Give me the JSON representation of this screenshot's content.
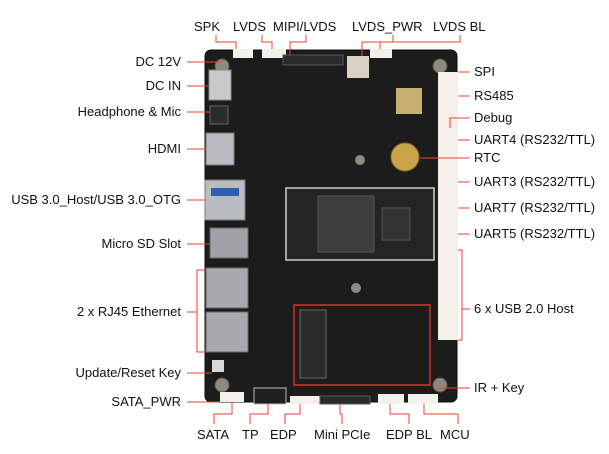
{
  "labels": {
    "top": [
      "SPK",
      "LVDS",
      "MIPI/LVDS",
      "LVDS_PWR",
      "LVDS BL"
    ],
    "left": [
      "DC 12V",
      "DC IN",
      "Headphone & Mic",
      "HDMI",
      "USB 3.0_Host/USB 3.0_OTG",
      "Micro SD Slot",
      "2 x RJ45 Ethernet",
      "Update/Reset Key",
      "SATA_PWR"
    ],
    "right": [
      "SPI",
      "RS485",
      "Debug",
      "UART4 (RS232/TTL)",
      "RTC",
      "UART3 (RS232/TTL)",
      "UART7 (RS232/TTL)",
      "UART5 (RS232/TTL)",
      "6 x USB 2.0 Host",
      "IR + Key"
    ],
    "bottom": [
      "SATA",
      "TP",
      "EDP",
      "Mini PCIe",
      "EDP BL",
      "MCU"
    ]
  },
  "colors": {
    "board": "#1c1c1c",
    "leader": "#e8432a",
    "connector_white": "#f2f0e8",
    "metal": "#b9bcc0",
    "pcie_frame": "#d0352f"
  }
}
